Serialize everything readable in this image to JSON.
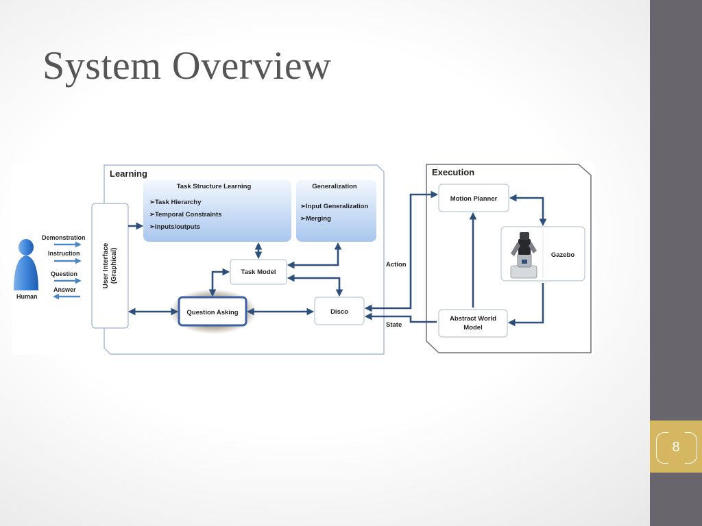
{
  "slide": {
    "title": "System Overview",
    "page_number": "8"
  },
  "diagram": {
    "human_label": "Human",
    "human_arrows": [
      "Demonstration",
      "Instruction",
      "Question",
      "Answer"
    ],
    "ui_label_line1": "User Interface",
    "ui_label_line2": "(Graphical)",
    "learning": {
      "title": "Learning",
      "task_structure": {
        "title": "Task Structure Learning",
        "items": [
          "➢Task Hierarchy",
          "➢Temporal Constraints",
          "➢Inputs/outputs"
        ]
      },
      "generalization": {
        "title": "Generalization",
        "items": [
          "➢Input Generalization",
          "➢Merging"
        ]
      },
      "task_model": "Task Model",
      "question_asking": "Question Asking",
      "disco": "Disco"
    },
    "links": {
      "action": "Action",
      "state": "State"
    },
    "execution": {
      "title": "Execution",
      "motion_planner": "Motion Planner",
      "gazebo": "Gazebo",
      "abstract_world_model_line1": "Abstract World",
      "abstract_world_model_line2": "Model"
    },
    "colors": {
      "arrow": "#2c4f7c",
      "panel_border": "#a9bcd2",
      "gradient_top": "#f4f8fe",
      "gradient_bottom": "#a8c6ee",
      "highlight": "#3c5ea6"
    }
  }
}
